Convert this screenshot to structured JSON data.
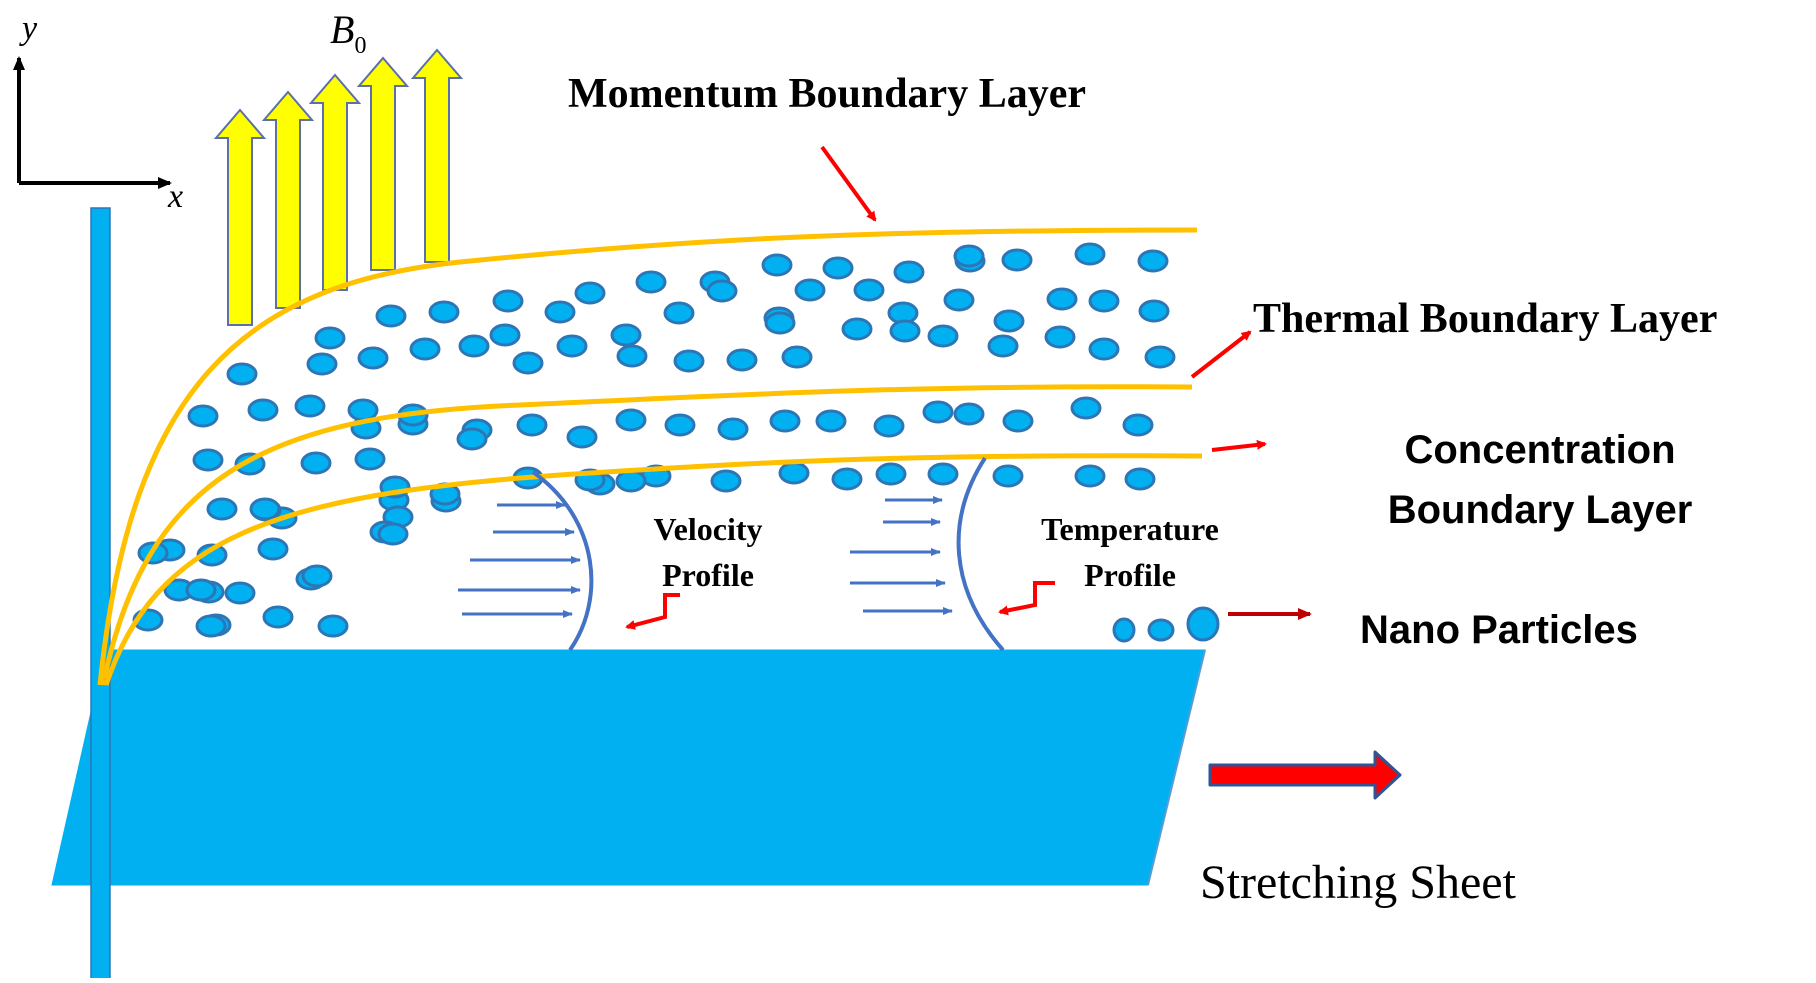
{
  "axes": {
    "x_label": "x",
    "y_label": "y"
  },
  "field": {
    "symbol": "B",
    "subscript": "0",
    "arrow_color": "#ffff00",
    "arrow_outline": "#5b6fa8"
  },
  "labels": {
    "momentum": "Momentum Boundary Layer",
    "thermal": "Thermal Boundary Layer",
    "concentration_line1": "Concentration",
    "concentration_line2": "Boundary Layer",
    "nano": "Nano Particles",
    "velocity_line1": "Velocity",
    "velocity_line2": "Profile",
    "temperature_line1": "Temperature",
    "temperature_line2": "Profile",
    "sheet": "Stretching Sheet"
  },
  "colors": {
    "sheet": "#00b0f0",
    "boundary_curve": "#ffc000",
    "particle_fill": "#00b0f0",
    "particle_stroke": "#2e75b6",
    "profile_arrow": "#4472c4",
    "pointer": "#ff0000",
    "nano_pointer": "#c00000"
  }
}
